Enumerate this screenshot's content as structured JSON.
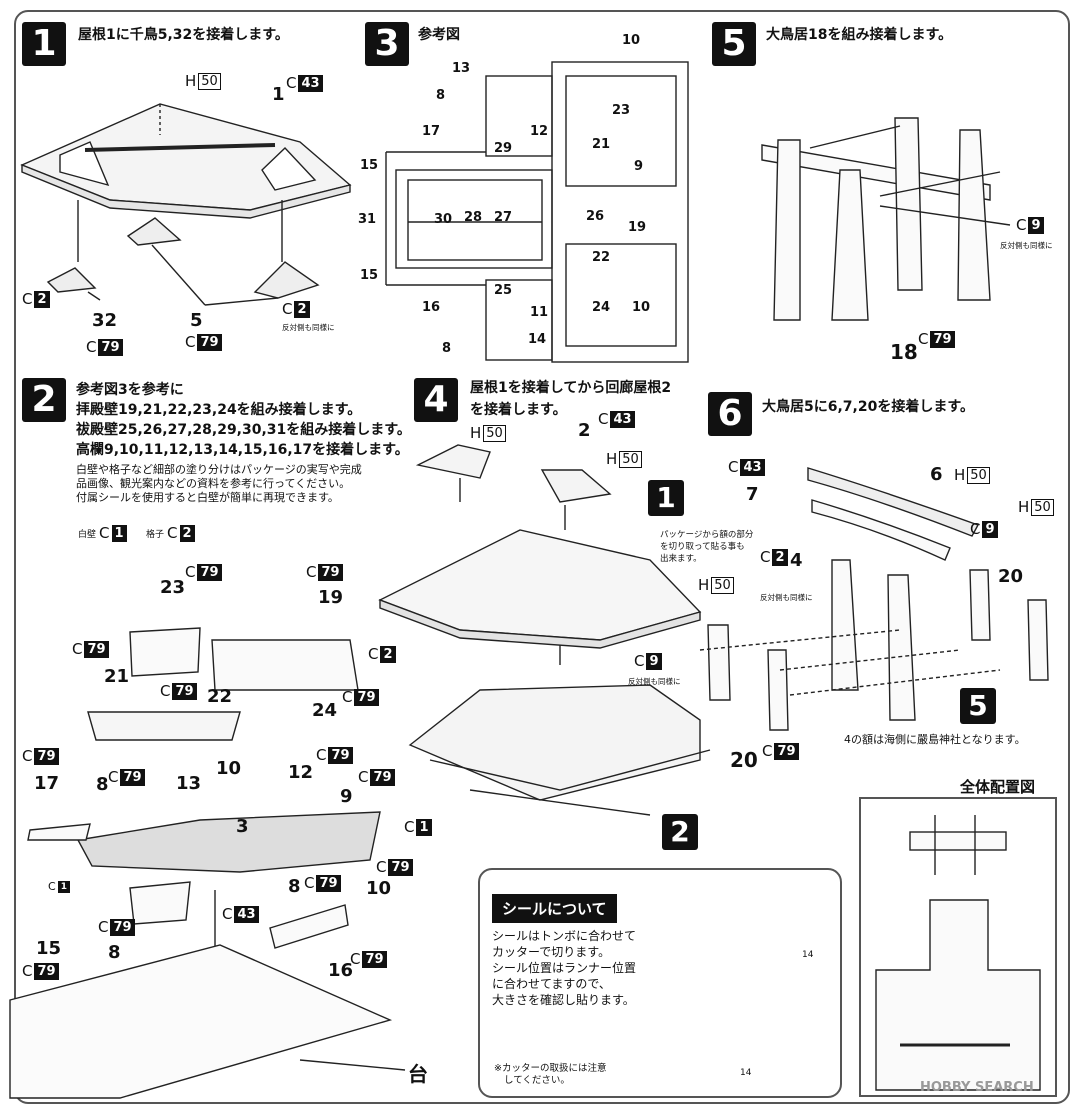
{
  "step1": {
    "num": "1",
    "title": "屋根1に千鳥5,32を接着します。",
    "labels": {
      "p1": "1",
      "p32": "32",
      "p5": "5"
    },
    "c43": "43",
    "h50": "50",
    "c2a": "2",
    "c2b": "2",
    "c79a": "79",
    "c79b": "79",
    "note": "反対側も同様に"
  },
  "step3": {
    "num": "3",
    "title": "参考図",
    "labels": [
      "10",
      "13",
      "8",
      "23",
      "17",
      "12",
      "21",
      "29",
      "15",
      "9",
      "31",
      "30",
      "28",
      "27",
      "26",
      "19",
      "22",
      "15",
      "25",
      "16",
      "11",
      "24",
      "10",
      "8",
      "14"
    ]
  },
  "step5": {
    "num": "5",
    "title": "大鳥居18を組み接着します。",
    "c9": "9",
    "note": "反対側も同様に",
    "p18": "18",
    "c79": "79"
  },
  "step2": {
    "num": "2",
    "lines": [
      "参考図3を参考に",
      "拝殿壁19,21,22,23,24を組み接着します。",
      "祓殿壁25,26,27,28,29,30,31を組み接着します。",
      "高欄9,10,11,12,13,14,15,16,17を接着します。"
    ],
    "notes": [
      "白壁や格子など細部の塗り分けはパッケージの実写や完成",
      "品画像、観光案内などの資料を参考に行ってください。",
      "付属シールを使用すると白壁が簡単に再現できます。"
    ],
    "legend": {
      "white_label": "白壁",
      "white_c": "1",
      "lattice_label": "格子",
      "lattice_c": "2"
    },
    "parts": {
      "p23": "23",
      "p19": "19",
      "p21": "21",
      "p22": "22",
      "p24": "24",
      "p17": "17",
      "p8a": "8",
      "p13": "13",
      "p10a": "10",
      "p12": "12",
      "p9": "9",
      "p3": "3",
      "p8b": "8",
      "p10b": "10",
      "p15": "15",
      "p8c": "8",
      "p16": "16",
      "base": "台"
    },
    "colors": {
      "c79_23": "79",
      "c79_19": "79",
      "c79_21": "79",
      "c2": "2",
      "c79_22": "79",
      "c79_24": "79",
      "c79_17": "79",
      "c79_8": "79",
      "c79_12": "79",
      "c79_9": "79",
      "c1": "1",
      "c79_10": "79",
      "c79_8b": "79",
      "c1s": "1",
      "c43": "43",
      "c79_8c": "79",
      "c79_15": "79",
      "c79_16": "79"
    }
  },
  "step4": {
    "num": "4",
    "title_lines": [
      "屋根1を接着してから回廊屋根2",
      "を接着します。"
    ],
    "h50a": "50",
    "h50b": "50",
    "c43": "43",
    "p2": "2",
    "p1": "1",
    "p2b": "2"
  },
  "step6": {
    "num": "6",
    "title": "大鳥居5に6,7,20を接着します。",
    "c43": "43",
    "p6": "6",
    "h50a": "50",
    "p7": "7",
    "c9a": "9",
    "h50b": "50",
    "pkg_note": [
      "パッケージから額の部分",
      "を切り取って貼る事も",
      "出来ます。"
    ],
    "c2": "2",
    "p4": "4",
    "note_opp": "反対側も同様に",
    "p20": "20",
    "h50c": "50",
    "c9b": "9",
    "note_opp2": "反対側も同様に",
    "p5": "5",
    "p20b": "20",
    "c79": "79",
    "caption": "4の額は海側に嚴島神社となります。"
  },
  "layout": {
    "title": "全体配置図"
  },
  "seal": {
    "heading": "シールについて",
    "lines": [
      "シールはトンボに合わせて",
      "カッターで切ります。",
      "シール位置はランナー位置",
      "に合わせてますので、",
      "大きさを確認し貼ります。"
    ],
    "warn": [
      "※カッターの取扱には注意",
      "してください。"
    ],
    "sheet_num_a": "14",
    "sheet_num_b": "14"
  },
  "watermark": "HOBBY SEARCH"
}
